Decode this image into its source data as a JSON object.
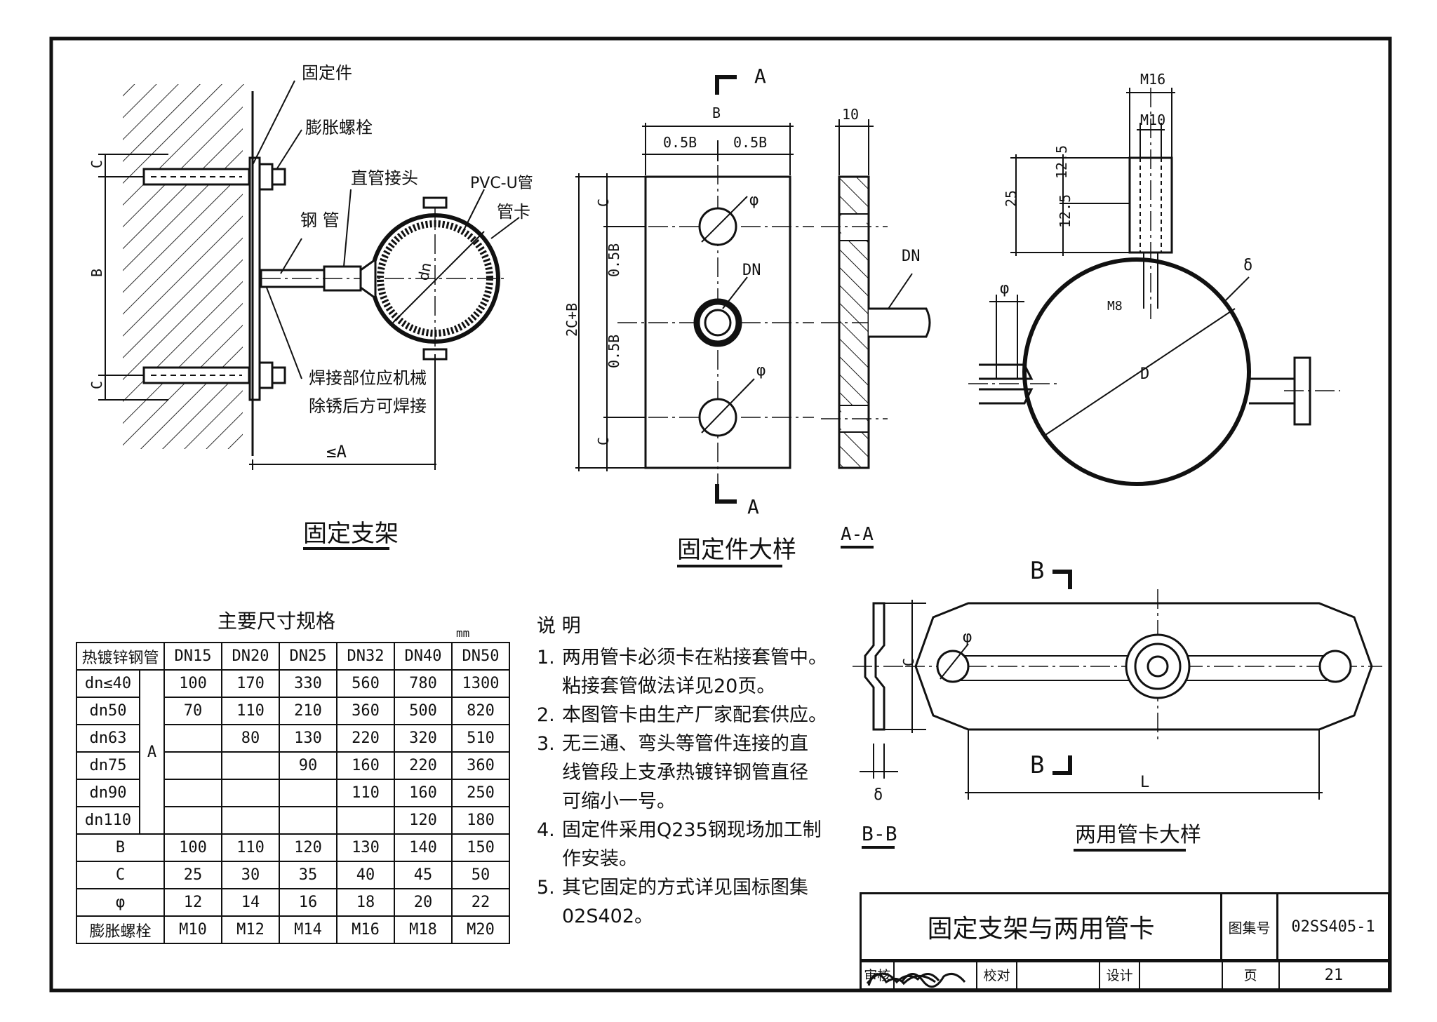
{
  "fixed_bracket": {
    "title": "固定支架",
    "labels": {
      "fixing_piece": "固定件",
      "expansion_bolt": "膨胀螺栓",
      "straight_joint": "直管接头",
      "pvc_pipe": "PVC-U管",
      "steel_pipe": "钢 管",
      "pipe_clamp": "管卡",
      "weld_note_1": "焊接部位应机械",
      "weld_note_2": "除锈后方可焊接",
      "dn": "dn"
    },
    "dims": {
      "c": "C",
      "b": "B",
      "a": "≤A"
    }
  },
  "fixing_detail": {
    "title": "固定件大样",
    "section_mark": "A",
    "dims": {
      "b": "B",
      "half_b_1": "0.5B",
      "half_b_2": "0.5B",
      "total": "2C+B",
      "c_top": "C",
      "half_v_1": "0.5B",
      "half_v_2": "0.5B",
      "c_bottom": "C"
    },
    "labels": {
      "phi_top": "φ",
      "dn": "DN",
      "phi_bottom": "φ"
    }
  },
  "section_aa": {
    "title": "A-A",
    "dims": {
      "thickness": "10"
    },
    "labels": {
      "dn": "DN"
    }
  },
  "clamp_ring": {
    "dims": {
      "m16": "M16",
      "m10": "M10",
      "d25": "25",
      "d12a": "12.5",
      "d12b": "12.5",
      "m8": "M8",
      "phi": "φ",
      "delta": "δ",
      "d": "D"
    }
  },
  "dual_clamp_detail": {
    "title": "两用管卡大样",
    "section_mark": "B",
    "section_title": "B-B",
    "dims": {
      "c": "C",
      "l": "L",
      "delta": "δ",
      "phi": "φ"
    }
  },
  "spec_table": {
    "title": "主要尺寸规格",
    "unit": "mm",
    "corner": "热镀锌钢管",
    "columns": [
      "DN15",
      "DN20",
      "DN25",
      "DN32",
      "DN40",
      "DN50"
    ],
    "a_label": "A",
    "a_rows": [
      {
        "label": "dn≤40",
        "values": [
          "100",
          "170",
          "330",
          "560",
          "780",
          "1300"
        ]
      },
      {
        "label": "dn50",
        "values": [
          "70",
          "110",
          "210",
          "360",
          "500",
          "820"
        ]
      },
      {
        "label": "dn63",
        "values": [
          "",
          "80",
          "130",
          "220",
          "320",
          "510"
        ]
      },
      {
        "label": "dn75",
        "values": [
          "",
          "",
          "90",
          "160",
          "220",
          "360"
        ]
      },
      {
        "label": "dn90",
        "values": [
          "",
          "",
          "",
          "110",
          "160",
          "250"
        ]
      },
      {
        "label": "dn110",
        "values": [
          "",
          "",
          "",
          "",
          "120",
          "180"
        ]
      }
    ],
    "other_rows": [
      {
        "label": "B",
        "values": [
          "100",
          "110",
          "120",
          "130",
          "140",
          "150"
        ]
      },
      {
        "label": "C",
        "values": [
          "25",
          "30",
          "35",
          "40",
          "45",
          "50"
        ]
      },
      {
        "label": "φ",
        "values": [
          "12",
          "14",
          "16",
          "18",
          "20",
          "22"
        ]
      },
      {
        "label": "膨胀螺栓",
        "values": [
          "M10",
          "M12",
          "M14",
          "M16",
          "M18",
          "M20"
        ]
      }
    ]
  },
  "notes": {
    "heading": "说 明",
    "items": [
      {
        "num": "1.",
        "lines": [
          "两用管卡必须卡在粘接套管中。",
          "粘接套管做法详见20页。"
        ]
      },
      {
        "num": "2.",
        "lines": [
          "本图管卡由生产厂家配套供应。"
        ]
      },
      {
        "num": "3.",
        "lines": [
          "无三通、弯头等管件连接的直",
          "线管段上支承热镀锌钢管直径",
          "可缩小一号。"
        ]
      },
      {
        "num": "4.",
        "lines": [
          "固定件采用Q235钢现场加工制",
          "作安装。"
        ]
      },
      {
        "num": "5.",
        "lines": [
          "其它固定的方式详见国标图集",
          "02S402。"
        ]
      }
    ]
  },
  "title_block": {
    "drawing_title": "固定支架与两用管卡",
    "atlas_label": "图集号",
    "atlas_no": "02SS405-1",
    "review_label": "审核",
    "check_label": "校对",
    "design_label": "设计",
    "page_label": "页",
    "page_no": "21"
  }
}
